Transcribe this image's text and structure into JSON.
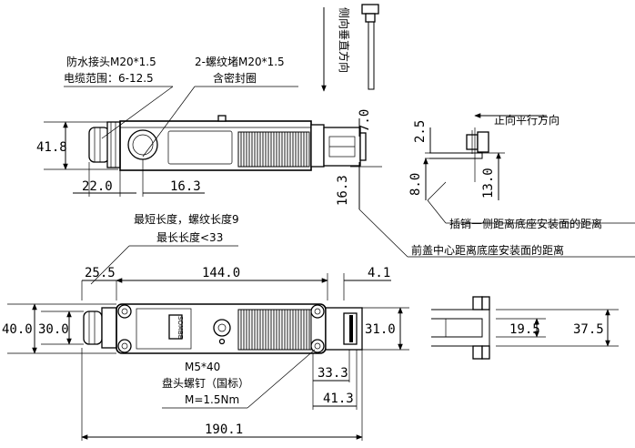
{
  "dimensions": {
    "d41_8": "41.8",
    "d22_0": "22.0",
    "d16_3a": "16.3",
    "d7_0": "7.0",
    "d16_3b": "16.3",
    "d2_5": "2.5",
    "d8_0": "8.0",
    "d13_0": "13.0",
    "d25_5": "25.5",
    "d144_0": "144.0",
    "d4_1": "4.1",
    "d40_0": "40.0",
    "d30_0": "30.0",
    "d31_0": "31.0",
    "d33_3": "33.3",
    "d41_3": "41.3",
    "d190_1": "190.1",
    "d19_5": "19.5",
    "d37_5": "37.5"
  },
  "labels": {
    "gland_line1": "防水接头M20*1.5",
    "gland_line2": "电缆范围：6-12.5",
    "plug_line1": "2-螺纹堵M20*1.5",
    "plug_line2": "含密封圈",
    "side_vertical": "侧向垂直方向",
    "front_parallel": "正向平行方向",
    "pin_side_distance": "插销一侧距离底座安装面的距离",
    "cover_center_distance": "前盖中心距离底座安装面的距离",
    "length_line1": "最短长度，螺纹长度9",
    "length_line2": "最长长度<33",
    "screw_line1": "M5*40",
    "screw_line2": "盘头螺钉（国标）",
    "screw_line3": "M=1.5Nm",
    "badge": "SOMBE"
  }
}
